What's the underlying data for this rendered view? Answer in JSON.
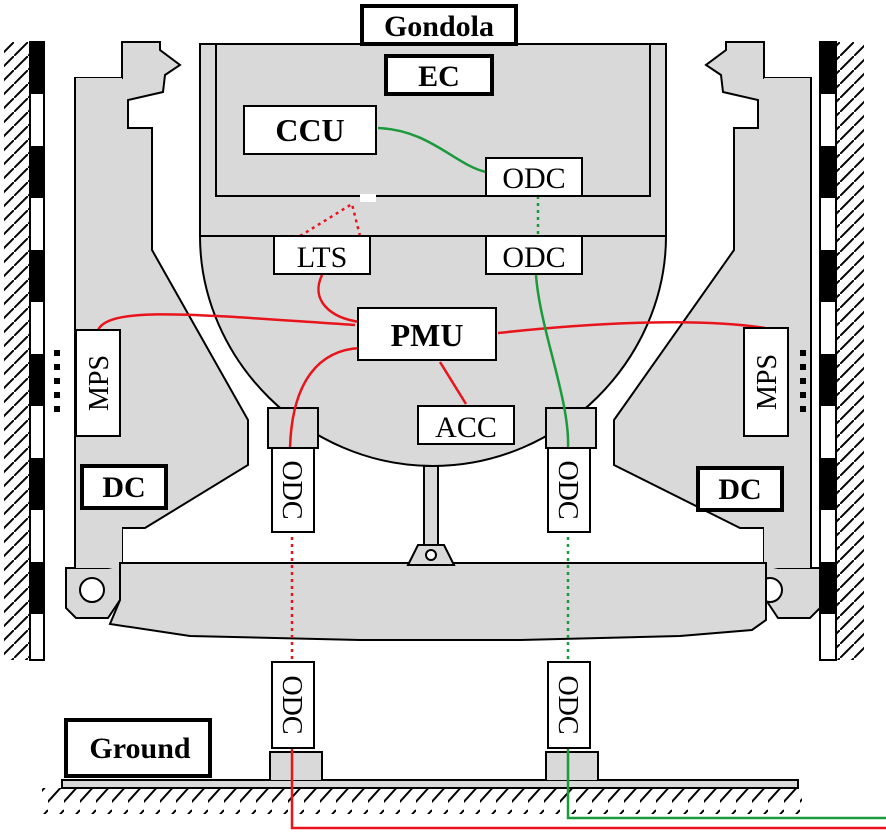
{
  "labels": {
    "gondola": "Gondola",
    "ec": "EC",
    "ccu": "CCU",
    "lts": "LTS",
    "pmu": "PMU",
    "acc": "ACC",
    "mps_left": "MPS",
    "mps_right": "MPS",
    "dc_left": "DC",
    "dc_right": "DC",
    "ground": "Ground",
    "odc_ec": "ODC",
    "odc_gondola": "ODC",
    "odc_left_upper": "ODC",
    "odc_right_upper": "ODC",
    "odc_left_lower": "ODC",
    "odc_right_lower": "ODC"
  },
  "colors": {
    "structure_fill": "#d9d9d9",
    "power_line": "#e8141b",
    "data_line": "#1a9a3a",
    "outline": "#000000",
    "background": "#ffffff"
  }
}
